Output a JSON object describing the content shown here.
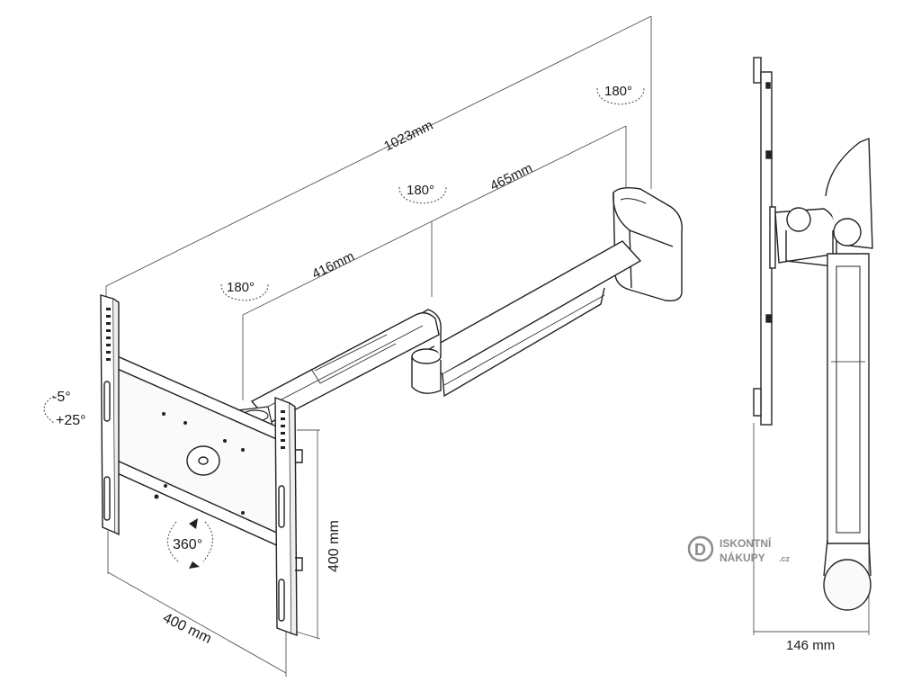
{
  "dimensions": {
    "total_reach": "1023mm",
    "arm_segment_1": "416mm",
    "arm_segment_2": "465mm",
    "plate_width": "400 mm",
    "plate_height": "400 mm",
    "side_depth": "146 mm"
  },
  "rotations": {
    "wall_pivot": "180°",
    "middle_pivot": "180°",
    "head_pivot": "180°",
    "plate_rotation": "360°",
    "tilt_up": "-5°",
    "tilt_down": "+25°"
  },
  "logo": {
    "line1": "ISKONTNÍ",
    "line2": "NÁKUPY",
    "suffix": ".cz",
    "mark": "D"
  }
}
